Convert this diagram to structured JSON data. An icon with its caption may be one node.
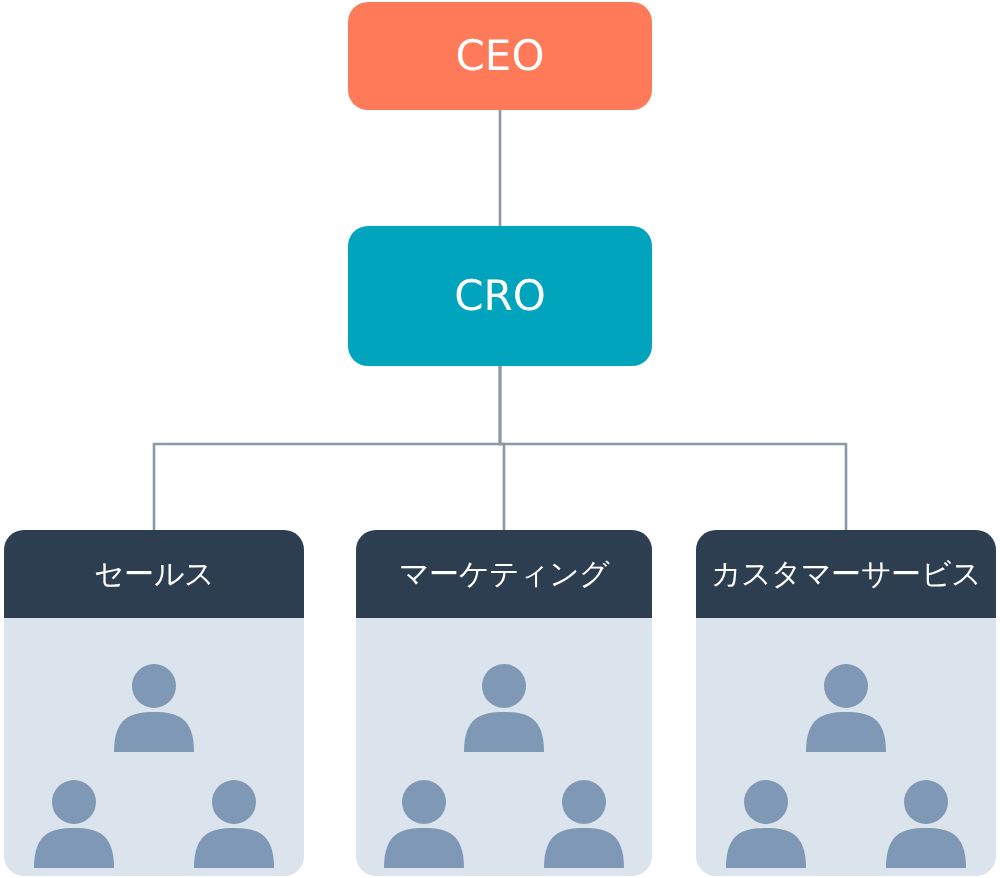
{
  "diagram": {
    "nodes": [
      {
        "text": [
          "CEO"
        ]
      },
      {
        "text": [
          "CRO"
        ]
      },
      {
        "text": [
          "セールス"
        ]
      },
      {
        "text": [
          "マーケティング"
        ]
      },
      {
        "text": [
          "カスタマーサービス"
        ]
      }
    ],
    "edges": [
      {
        "from": 0,
        "to": 1,
        "arrow": "none"
      },
      {
        "from": 1,
        "to": 2,
        "arrow": "none"
      },
      {
        "from": 1,
        "to": 3,
        "arrow": "none"
      },
      {
        "from": 1,
        "to": 4,
        "arrow": "none"
      }
    ]
  }
}
